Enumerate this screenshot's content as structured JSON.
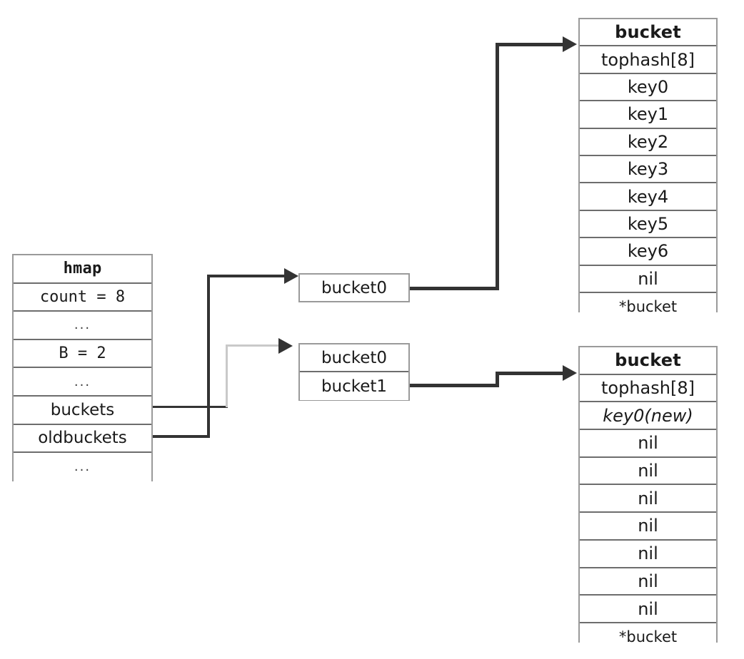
{
  "diagram": {
    "title": "Go map hmap / bucket growth diagram",
    "colors": {
      "line_dark": "#333333",
      "line_light": "#c9c9c9",
      "border": "#9a9a9a",
      "separator": "#6d6d6d",
      "background": "#ffffff"
    }
  },
  "hmap": {
    "header": "hmap",
    "rows": [
      {
        "label": "count = 8",
        "style": "mono"
      },
      {
        "label": "...",
        "style": "dots"
      },
      {
        "label": "B = 2",
        "style": "mono"
      },
      {
        "label": "...",
        "style": "dots"
      },
      {
        "label": "buckets",
        "style": "plain"
      },
      {
        "label": "oldbuckets",
        "style": "plain"
      },
      {
        "label": "...",
        "style": "dots"
      }
    ]
  },
  "new_buckets_array": {
    "rows": [
      {
        "label": "bucket0"
      }
    ]
  },
  "old_buckets_array": {
    "rows": [
      {
        "label": "bucket0"
      },
      {
        "label": "bucket1"
      }
    ]
  },
  "bucket_top": {
    "header": "bucket",
    "rows": [
      {
        "label": "tophash[8]",
        "style": "plain"
      },
      {
        "label": "key0",
        "style": "plain"
      },
      {
        "label": "key1",
        "style": "plain"
      },
      {
        "label": "key2",
        "style": "plain"
      },
      {
        "label": "key3",
        "style": "plain"
      },
      {
        "label": "key4",
        "style": "plain"
      },
      {
        "label": "key5",
        "style": "plain"
      },
      {
        "label": "key6",
        "style": "plain"
      },
      {
        "label": "nil",
        "style": "plain"
      },
      {
        "label": "*bucket",
        "style": "small"
      }
    ]
  },
  "bucket_bottom": {
    "header": "bucket",
    "rows": [
      {
        "label": "tophash[8]",
        "style": "plain"
      },
      {
        "label": "key0(new)",
        "style": "italic"
      },
      {
        "label": "nil",
        "style": "plain"
      },
      {
        "label": "nil",
        "style": "plain"
      },
      {
        "label": "nil",
        "style": "plain"
      },
      {
        "label": "nil",
        "style": "plain"
      },
      {
        "label": "nil",
        "style": "plain"
      },
      {
        "label": "nil",
        "style": "plain"
      },
      {
        "label": "nil",
        "style": "plain"
      },
      {
        "label": "*bucket",
        "style": "small"
      }
    ]
  },
  "connectors": [
    {
      "name": "oldbuckets-to-old-array",
      "style": "dark"
    },
    {
      "name": "buckets-to-new-array",
      "style": "light"
    },
    {
      "name": "old-bucket0-to-bucket-top",
      "style": "dark"
    },
    {
      "name": "old-bucket1-to-bucket-bottom",
      "style": "dark"
    }
  ]
}
